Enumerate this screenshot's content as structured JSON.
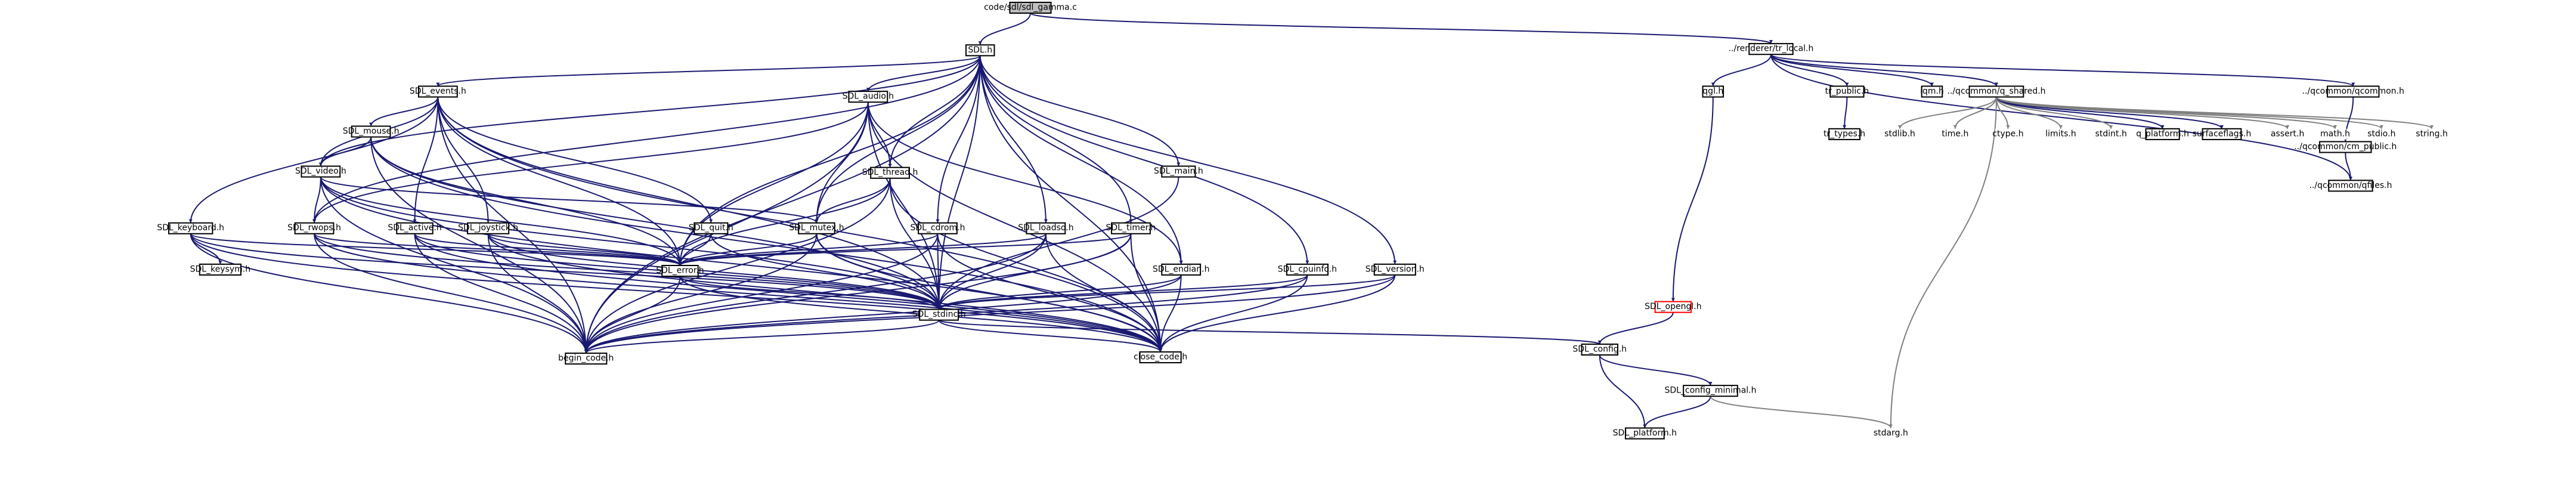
{
  "graph": {
    "nodes": [
      {
        "id": "root",
        "label": "code/sdl/sdl_gamma.c",
        "style": "root"
      },
      {
        "id": "sdl_h",
        "label": "SDL.h"
      },
      {
        "id": "tr_local_h",
        "label": "../renderer/tr_local.h"
      },
      {
        "id": "sdl_events_h",
        "label": "SDL_events.h"
      },
      {
        "id": "sdl_audio_h",
        "label": "SDL_audio.h"
      },
      {
        "id": "sdl_mouse_h",
        "label": "SDL_mouse.h"
      },
      {
        "id": "sdl_video_h",
        "label": "SDL_video.h"
      },
      {
        "id": "sdl_thread_h",
        "label": "SDL_thread.h"
      },
      {
        "id": "sdl_main_h",
        "label": "SDL_main.h"
      },
      {
        "id": "sdl_keyboard_h",
        "label": "SDL_keyboard.h"
      },
      {
        "id": "sdl_rwops_h",
        "label": "SDL_rwops.h"
      },
      {
        "id": "sdl_active_h",
        "label": "SDL_active.h"
      },
      {
        "id": "sdl_joystick_h",
        "label": "SDL_joystick.h"
      },
      {
        "id": "sdl_quit_h",
        "label": "SDL_quit.h"
      },
      {
        "id": "sdl_mutex_h",
        "label": "SDL_mutex.h"
      },
      {
        "id": "sdl_cdrom_h",
        "label": "SDL_cdrom.h"
      },
      {
        "id": "sdl_loadso_h",
        "label": "SDL_loadso.h"
      },
      {
        "id": "sdl_timer_h",
        "label": "SDL_timer.h"
      },
      {
        "id": "sdl_keysym_h",
        "label": "SDL_keysym.h"
      },
      {
        "id": "sdl_error_h",
        "label": "SDL_error.h"
      },
      {
        "id": "sdl_endian_h",
        "label": "SDL_endian.h"
      },
      {
        "id": "sdl_cpuinfo_h",
        "label": "SDL_cpuinfo.h"
      },
      {
        "id": "sdl_version_h",
        "label": "SDL_version.h"
      },
      {
        "id": "sdl_stdinc_h",
        "label": "SDL_stdinc.h"
      },
      {
        "id": "begin_code_h",
        "label": "begin_code.h"
      },
      {
        "id": "close_code_h",
        "label": "close_code.h"
      },
      {
        "id": "qgl_h",
        "label": "qgl.h"
      },
      {
        "id": "tr_public_h",
        "label": "tr_public.h"
      },
      {
        "id": "iqm_h",
        "label": "iqm.h"
      },
      {
        "id": "q_shared_h",
        "label": "../qcommon/q_shared.h"
      },
      {
        "id": "qcommon_h",
        "label": "../qcommon/qcommon.h"
      },
      {
        "id": "tr_types_h",
        "label": "tr_types.h"
      },
      {
        "id": "stdlib_h",
        "label": "stdlib.h",
        "style": "plain"
      },
      {
        "id": "time_h",
        "label": "time.h",
        "style": "plain"
      },
      {
        "id": "ctype_h",
        "label": "ctype.h",
        "style": "plain"
      },
      {
        "id": "limits_h",
        "label": "limits.h",
        "style": "plain"
      },
      {
        "id": "stdint_h",
        "label": "stdint.h",
        "style": "plain"
      },
      {
        "id": "q_platform_h",
        "label": "q_platform.h"
      },
      {
        "id": "surfaceflags_h",
        "label": "surfaceflags.h"
      },
      {
        "id": "assert_h",
        "label": "assert.h",
        "style": "plain"
      },
      {
        "id": "math_h",
        "label": "math.h",
        "style": "plain"
      },
      {
        "id": "stdio_h",
        "label": "stdio.h",
        "style": "plain"
      },
      {
        "id": "string_h",
        "label": "string.h",
        "style": "plain"
      },
      {
        "id": "cm_public_h",
        "label": "../qcommon/cm_public.h"
      },
      {
        "id": "qfiles_h",
        "label": "../qcommon/qfiles.h"
      },
      {
        "id": "sdl_opengl_h",
        "label": "SDL_opengl.h",
        "style": "red"
      },
      {
        "id": "sdl_config_h",
        "label": "SDL_config.h"
      },
      {
        "id": "sdl_config_minimal_h",
        "label": "SDL_config_minimal.h"
      },
      {
        "id": "sdl_platform_h",
        "label": "SDL_platform.h"
      },
      {
        "id": "stdarg_h",
        "label": "stdarg.h",
        "style": "plain"
      }
    ],
    "edges": [
      [
        "root",
        "sdl_h"
      ],
      [
        "root",
        "tr_local_h"
      ],
      [
        "sdl_h",
        "sdl_events_h"
      ],
      [
        "sdl_h",
        "sdl_audio_h"
      ],
      [
        "sdl_h",
        "sdl_video_h"
      ],
      [
        "sdl_h",
        "sdl_thread_h"
      ],
      [
        "sdl_h",
        "sdl_main_h"
      ],
      [
        "sdl_h",
        "sdl_rwops_h"
      ],
      [
        "sdl_h",
        "sdl_mutex_h"
      ],
      [
        "sdl_h",
        "sdl_cdrom_h"
      ],
      [
        "sdl_h",
        "sdl_loadso_h"
      ],
      [
        "sdl_h",
        "sdl_timer_h"
      ],
      [
        "sdl_h",
        "sdl_error_h"
      ],
      [
        "sdl_h",
        "sdl_endian_h"
      ],
      [
        "sdl_h",
        "sdl_cpuinfo_h"
      ],
      [
        "sdl_h",
        "sdl_version_h"
      ],
      [
        "sdl_h",
        "sdl_stdinc_h"
      ],
      [
        "sdl_h",
        "begin_code_h"
      ],
      [
        "sdl_h",
        "close_code_h"
      ],
      [
        "sdl_events_h",
        "sdl_mouse_h"
      ],
      [
        "sdl_events_h",
        "sdl_keyboard_h"
      ],
      [
        "sdl_events_h",
        "sdl_active_h"
      ],
      [
        "sdl_events_h",
        "sdl_joystick_h"
      ],
      [
        "sdl_events_h",
        "sdl_quit_h"
      ],
      [
        "sdl_events_h",
        "sdl_video_h"
      ],
      [
        "sdl_events_h",
        "sdl_error_h"
      ],
      [
        "sdl_events_h",
        "sdl_stdinc_h"
      ],
      [
        "sdl_events_h",
        "begin_code_h"
      ],
      [
        "sdl_events_h",
        "close_code_h"
      ],
      [
        "sdl_audio_h",
        "sdl_thread_h"
      ],
      [
        "sdl_audio_h",
        "sdl_mutex_h"
      ],
      [
        "sdl_audio_h",
        "sdl_rwops_h"
      ],
      [
        "sdl_audio_h",
        "sdl_endian_h"
      ],
      [
        "sdl_audio_h",
        "sdl_error_h"
      ],
      [
        "sdl_audio_h",
        "sdl_stdinc_h"
      ],
      [
        "sdl_audio_h",
        "begin_code_h"
      ],
      [
        "sdl_audio_h",
        "close_code_h"
      ],
      [
        "sdl_mouse_h",
        "sdl_video_h"
      ],
      [
        "sdl_mouse_h",
        "sdl_error_h"
      ],
      [
        "sdl_mouse_h",
        "sdl_stdinc_h"
      ],
      [
        "sdl_mouse_h",
        "begin_code_h"
      ],
      [
        "sdl_mouse_h",
        "close_code_h"
      ],
      [
        "sdl_video_h",
        "sdl_rwops_h"
      ],
      [
        "sdl_video_h",
        "sdl_mutex_h"
      ],
      [
        "sdl_video_h",
        "sdl_error_h"
      ],
      [
        "sdl_video_h",
        "sdl_stdinc_h"
      ],
      [
        "sdl_video_h",
        "begin_code_h"
      ],
      [
        "sdl_video_h",
        "close_code_h"
      ],
      [
        "sdl_thread_h",
        "sdl_mutex_h"
      ],
      [
        "sdl_thread_h",
        "sdl_error_h"
      ],
      [
        "sdl_thread_h",
        "sdl_stdinc_h"
      ],
      [
        "sdl_thread_h",
        "begin_code_h"
      ],
      [
        "sdl_thread_h",
        "close_code_h"
      ],
      [
        "sdl_main_h",
        "sdl_stdinc_h"
      ],
      [
        "sdl_keyboard_h",
        "sdl_keysym_h"
      ],
      [
        "sdl_keyboard_h",
        "sdl_stdinc_h"
      ],
      [
        "sdl_keyboard_h",
        "sdl_error_h"
      ],
      [
        "sdl_keyboard_h",
        "begin_code_h"
      ],
      [
        "sdl_keyboard_h",
        "close_code_h"
      ],
      [
        "sdl_rwops_h",
        "sdl_error_h"
      ],
      [
        "sdl_rwops_h",
        "sdl_stdinc_h"
      ],
      [
        "sdl_rwops_h",
        "begin_code_h"
      ],
      [
        "sdl_rwops_h",
        "close_code_h"
      ],
      [
        "sdl_active_h",
        "sdl_error_h"
      ],
      [
        "sdl_active_h",
        "sdl_stdinc_h"
      ],
      [
        "sdl_active_h",
        "begin_code_h"
      ],
      [
        "sdl_active_h",
        "close_code_h"
      ],
      [
        "sdl_joystick_h",
        "sdl_error_h"
      ],
      [
        "sdl_joystick_h",
        "sdl_stdinc_h"
      ],
      [
        "sdl_joystick_h",
        "begin_code_h"
      ],
      [
        "sdl_joystick_h",
        "close_code_h"
      ],
      [
        "sdl_quit_h",
        "sdl_error_h"
      ],
      [
        "sdl_quit_h",
        "sdl_stdinc_h"
      ],
      [
        "sdl_mutex_h",
        "sdl_error_h"
      ],
      [
        "sdl_mutex_h",
        "sdl_stdinc_h"
      ],
      [
        "sdl_mutex_h",
        "begin_code_h"
      ],
      [
        "sdl_mutex_h",
        "close_code_h"
      ],
      [
        "sdl_cdrom_h",
        "sdl_error_h"
      ],
      [
        "sdl_cdrom_h",
        "sdl_stdinc_h"
      ],
      [
        "sdl_cdrom_h",
        "begin_code_h"
      ],
      [
        "sdl_cdrom_h",
        "close_code_h"
      ],
      [
        "sdl_loadso_h",
        "sdl_error_h"
      ],
      [
        "sdl_loadso_h",
        "sdl_stdinc_h"
      ],
      [
        "sdl_loadso_h",
        "begin_code_h"
      ],
      [
        "sdl_loadso_h",
        "close_code_h"
      ],
      [
        "sdl_timer_h",
        "sdl_error_h"
      ],
      [
        "sdl_timer_h",
        "sdl_stdinc_h"
      ],
      [
        "sdl_timer_h",
        "begin_code_h"
      ],
      [
        "sdl_timer_h",
        "close_code_h"
      ],
      [
        "sdl_error_h",
        "sdl_stdinc_h"
      ],
      [
        "sdl_error_h",
        "begin_code_h"
      ],
      [
        "sdl_error_h",
        "close_code_h"
      ],
      [
        "sdl_endian_h",
        "sdl_stdinc_h"
      ],
      [
        "sdl_endian_h",
        "begin_code_h"
      ],
      [
        "sdl_endian_h",
        "close_code_h"
      ],
      [
        "sdl_cpuinfo_h",
        "sdl_stdinc_h"
      ],
      [
        "sdl_cpuinfo_h",
        "begin_code_h"
      ],
      [
        "sdl_cpuinfo_h",
        "close_code_h"
      ],
      [
        "sdl_version_h",
        "sdl_stdinc_h"
      ],
      [
        "sdl_version_h",
        "begin_code_h"
      ],
      [
        "sdl_version_h",
        "close_code_h"
      ],
      [
        "sdl_stdinc_h",
        "sdl_config_h"
      ],
      [
        "sdl_stdinc_h",
        "begin_code_h"
      ],
      [
        "sdl_stdinc_h",
        "close_code_h"
      ],
      [
        "tr_local_h",
        "qgl_h"
      ],
      [
        "tr_local_h",
        "tr_public_h"
      ],
      [
        "tr_local_h",
        "iqm_h"
      ],
      [
        "tr_local_h",
        "q_shared_h"
      ],
      [
        "tr_local_h",
        "qcommon_h"
      ],
      [
        "tr_local_h",
        "qfiles_h"
      ],
      [
        "qgl_h",
        "sdl_opengl_h"
      ],
      [
        "tr_public_h",
        "tr_types_h"
      ],
      [
        "q_shared_h",
        "stdlib_h"
      ],
      [
        "q_shared_h",
        "time_h"
      ],
      [
        "q_shared_h",
        "ctype_h"
      ],
      [
        "q_shared_h",
        "limits_h"
      ],
      [
        "q_shared_h",
        "stdint_h"
      ],
      [
        "q_shared_h",
        "q_platform_h"
      ],
      [
        "q_shared_h",
        "surfaceflags_h"
      ],
      [
        "q_shared_h",
        "assert_h"
      ],
      [
        "q_shared_h",
        "math_h"
      ],
      [
        "q_shared_h",
        "stdio_h"
      ],
      [
        "q_shared_h",
        "string_h"
      ],
      [
        "q_shared_h",
        "stdarg_h"
      ],
      [
        "qcommon_h",
        "cm_public_h"
      ],
      [
        "cm_public_h",
        "qfiles_h"
      ],
      [
        "sdl_opengl_h",
        "sdl_config_h"
      ],
      [
        "sdl_config_h",
        "sdl_config_minimal_h"
      ],
      [
        "sdl_config_h",
        "sdl_platform_h"
      ],
      [
        "sdl_config_minimal_h",
        "sdl_platform_h"
      ],
      [
        "sdl_config_minimal_h",
        "stdarg_h"
      ]
    ]
  }
}
